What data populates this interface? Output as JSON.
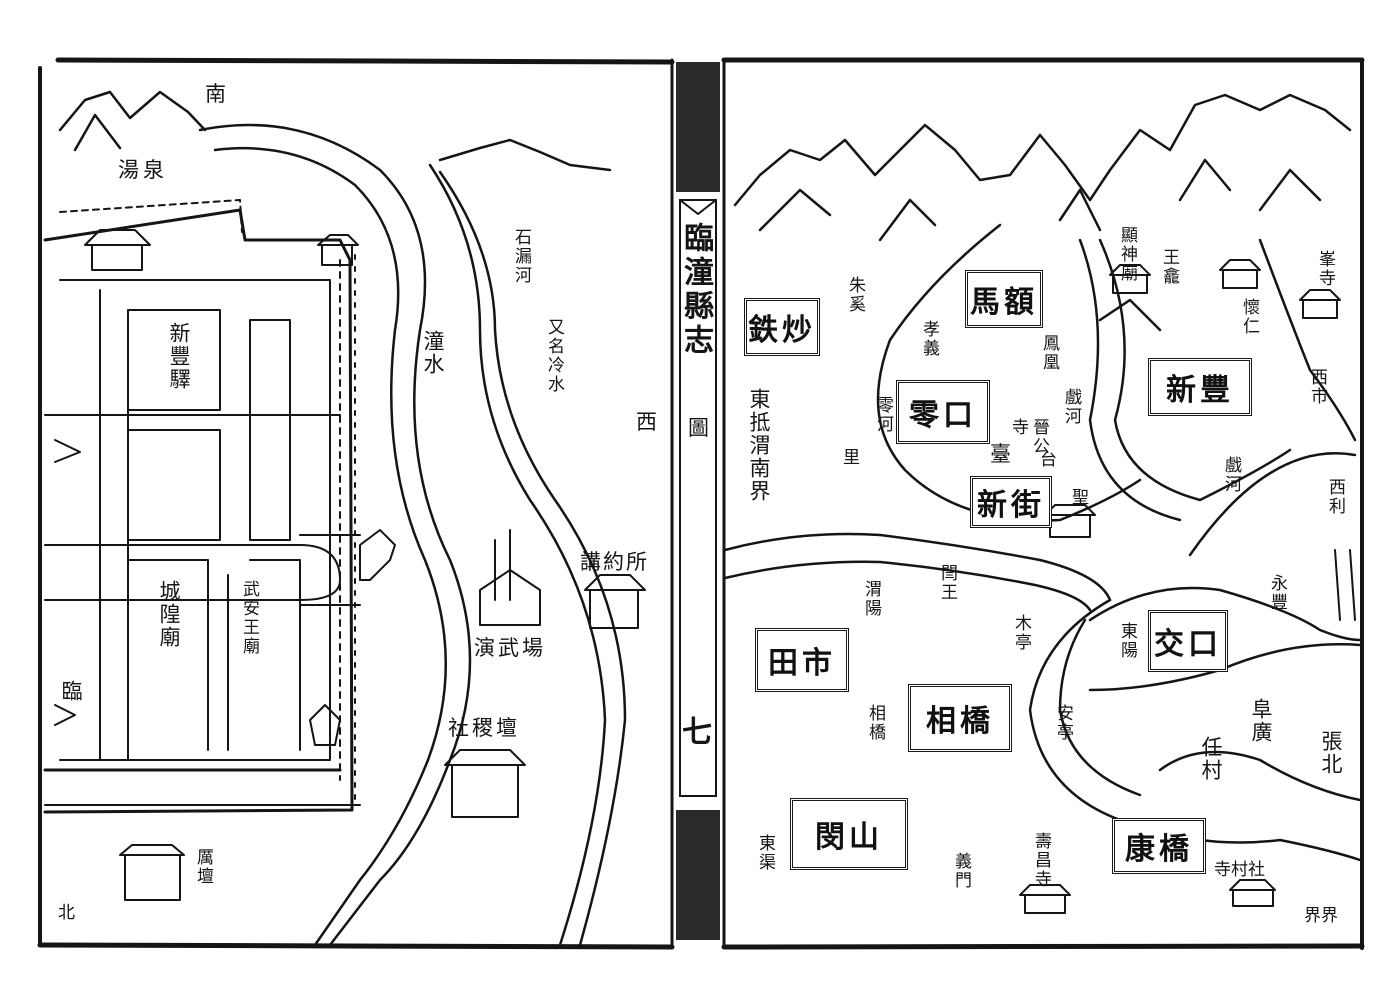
{
  "book": {
    "title": "臨潼縣志",
    "map_char": "圖",
    "page_number": "七"
  },
  "left_page": {
    "direction_top": "南",
    "direction_bottom": "北",
    "west_mark": "西",
    "labels": {
      "hot_spring": "湯泉",
      "post_station": "新豐驛",
      "town_god_temple": "城隍廟",
      "wuan_temple": "武安王廟",
      "tong_river": "潼水",
      "shilou_river": "石漏河",
      "also_named": "又名冷水",
      "drill_ground": "演武場",
      "lecture_hall": "講約所",
      "altar": "社稷壇",
      "lin_partial": "臨",
      "altar_bottom": "厲壇"
    }
  },
  "right_page": {
    "towns": {
      "tiechao": "鉄炒",
      "maling": "馬額",
      "lingkou": "零口",
      "xinfeng": "新豐",
      "xinjie": "新街",
      "tianshi": "田市",
      "xiangqiao": "相橋",
      "jiaokou": "交口",
      "guanshan": "閔山",
      "kangqiao": "康橋"
    },
    "labels": {
      "zhuxi": "朱奚",
      "xiaoyi": "孝義",
      "lingriver": "零河",
      "east_border": "東抵渭南界",
      "li": "里",
      "qifeng": "鳳凰",
      "xi_river": "戲河",
      "jinggong": "晉公",
      "temple_site": "寺",
      "ruins": "臺",
      "tower": "台",
      "mantou": "聖",
      "wang_pavilion": "王龕",
      "yanshen": "顯神廟",
      "huairen": "懷仁",
      "westmarket": "西市",
      "xi_river_east": "戲河",
      "west_field": "西利",
      "gate": "閆王",
      "weiyang": "渭陽",
      "muting": "木亭",
      "dongyang": "東陽",
      "yongfeng": "永豐",
      "xiangqiao_small": "相橋",
      "anting": "安亭",
      "fuxian": "阜廣",
      "rencun": "任村",
      "zhangbei": "張北",
      "dongxi": "東渠",
      "yimen": "義門",
      "shouxi_temple": "壽昌寺",
      "temple_village": "寺村社",
      "boundary": "界界",
      "peak_temple": "峯寺"
    }
  }
}
